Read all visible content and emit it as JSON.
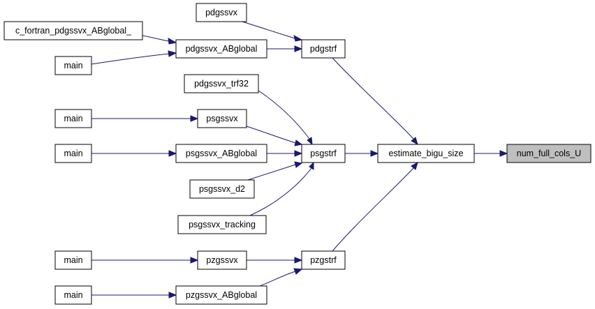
{
  "diagram": {
    "colors": {
      "edge": "#191970",
      "node_fill": "#ffffff",
      "highlight_fill": "#bfbfbf",
      "border": "#000000"
    },
    "nodes": {
      "num_full_cols_U": "num_full_cols_U",
      "estimate_bigu_size": "estimate_bigu_size",
      "pdgstrf": "pdgstrf",
      "psgstrf": "psgstrf",
      "pzgstrf": "pzgstrf",
      "pdgssvx": "pdgssvx",
      "pdgssvx_ABglobal": "pdgssvx_ABglobal",
      "c_fortran_pdgssvx_ABglobal_": "c_fortran_pdgssvx_ABglobal_",
      "main_1": "main",
      "pdgssvx_trf32": "pdgssvx_trf32",
      "psgssvx": "psgssvx",
      "main_2": "main",
      "psgssvx_ABglobal": "psgssvx_ABglobal",
      "main_3": "main",
      "psgssvx_d2": "psgssvx_d2",
      "psgssvx_tracking": "psgssvx_tracking",
      "pzgssvx": "pzgssvx",
      "main_4": "main",
      "pzgssvx_ABglobal": "pzgssvx_ABglobal",
      "main_5": "main"
    },
    "edges": [
      [
        "estimate_bigu_size",
        "num_full_cols_U"
      ],
      [
        "pdgstrf",
        "estimate_bigu_size"
      ],
      [
        "psgstrf",
        "estimate_bigu_size"
      ],
      [
        "pzgstrf",
        "estimate_bigu_size"
      ],
      [
        "pdgssvx",
        "pdgstrf"
      ],
      [
        "pdgssvx_ABglobal",
        "pdgstrf"
      ],
      [
        "c_fortran_pdgssvx_ABglobal_",
        "pdgssvx_ABglobal"
      ],
      [
        "main_1",
        "pdgssvx_ABglobal"
      ],
      [
        "pdgssvx_trf32",
        "psgstrf"
      ],
      [
        "psgssvx",
        "psgstrf"
      ],
      [
        "psgssvx_ABglobal",
        "psgstrf"
      ],
      [
        "psgssvx_d2",
        "psgstrf"
      ],
      [
        "psgssvx_tracking",
        "psgstrf"
      ],
      [
        "main_2",
        "psgssvx"
      ],
      [
        "main_3",
        "psgssvx_ABglobal"
      ],
      [
        "pzgssvx",
        "pzgstrf"
      ],
      [
        "pzgssvx_ABglobal",
        "pzgstrf"
      ],
      [
        "main_4",
        "pzgssvx"
      ],
      [
        "main_5",
        "pzgssvx_ABglobal"
      ]
    ]
  }
}
